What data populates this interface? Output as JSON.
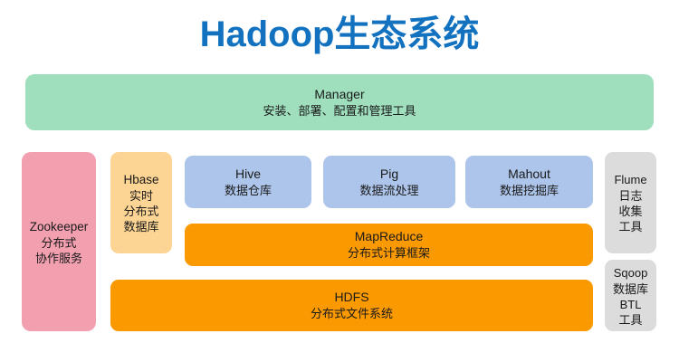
{
  "diagram": {
    "title": "Hadoop生态系统",
    "title_color": "#1272c0",
    "background": "#ffffff"
  },
  "boxes": {
    "manager": {
      "name": "Manager",
      "desc": "安装、部署、配置和管理工具",
      "color": "#9fdfbd"
    },
    "zookeeper": {
      "name": "Zookeeper",
      "desc_line1": "分布式",
      "desc_line2": "协作服务",
      "color": "#f2a0b0"
    },
    "hbase": {
      "name": "Hbase",
      "desc_line1": "实时",
      "desc_line2": "分布式",
      "desc_line3": "数据库",
      "color": "#fcd494"
    },
    "hive": {
      "name": "Hive",
      "desc": "数据仓库",
      "color": "#adc5ea"
    },
    "pig": {
      "name": "Pig",
      "desc": "数据流处理",
      "color": "#adc5ea"
    },
    "mahout": {
      "name": "Mahout",
      "desc": "数据挖掘库",
      "color": "#adc5ea"
    },
    "mapreduce": {
      "name": "MapReduce",
      "desc": "分布式计算框架",
      "color": "#fb9900"
    },
    "hdfs": {
      "name": "HDFS",
      "desc": "分布式文件系统",
      "color": "#fb9900"
    },
    "flume": {
      "name": "Flume",
      "desc_line1": "日志",
      "desc_line2": "收集",
      "desc_line3": "工具",
      "color": "#dcdcdc"
    },
    "sqoop": {
      "name": "Sqoop",
      "desc_line1": "数据库",
      "desc_line2": "BTL",
      "desc_line3": "工具",
      "color": "#dcdcdc"
    }
  }
}
